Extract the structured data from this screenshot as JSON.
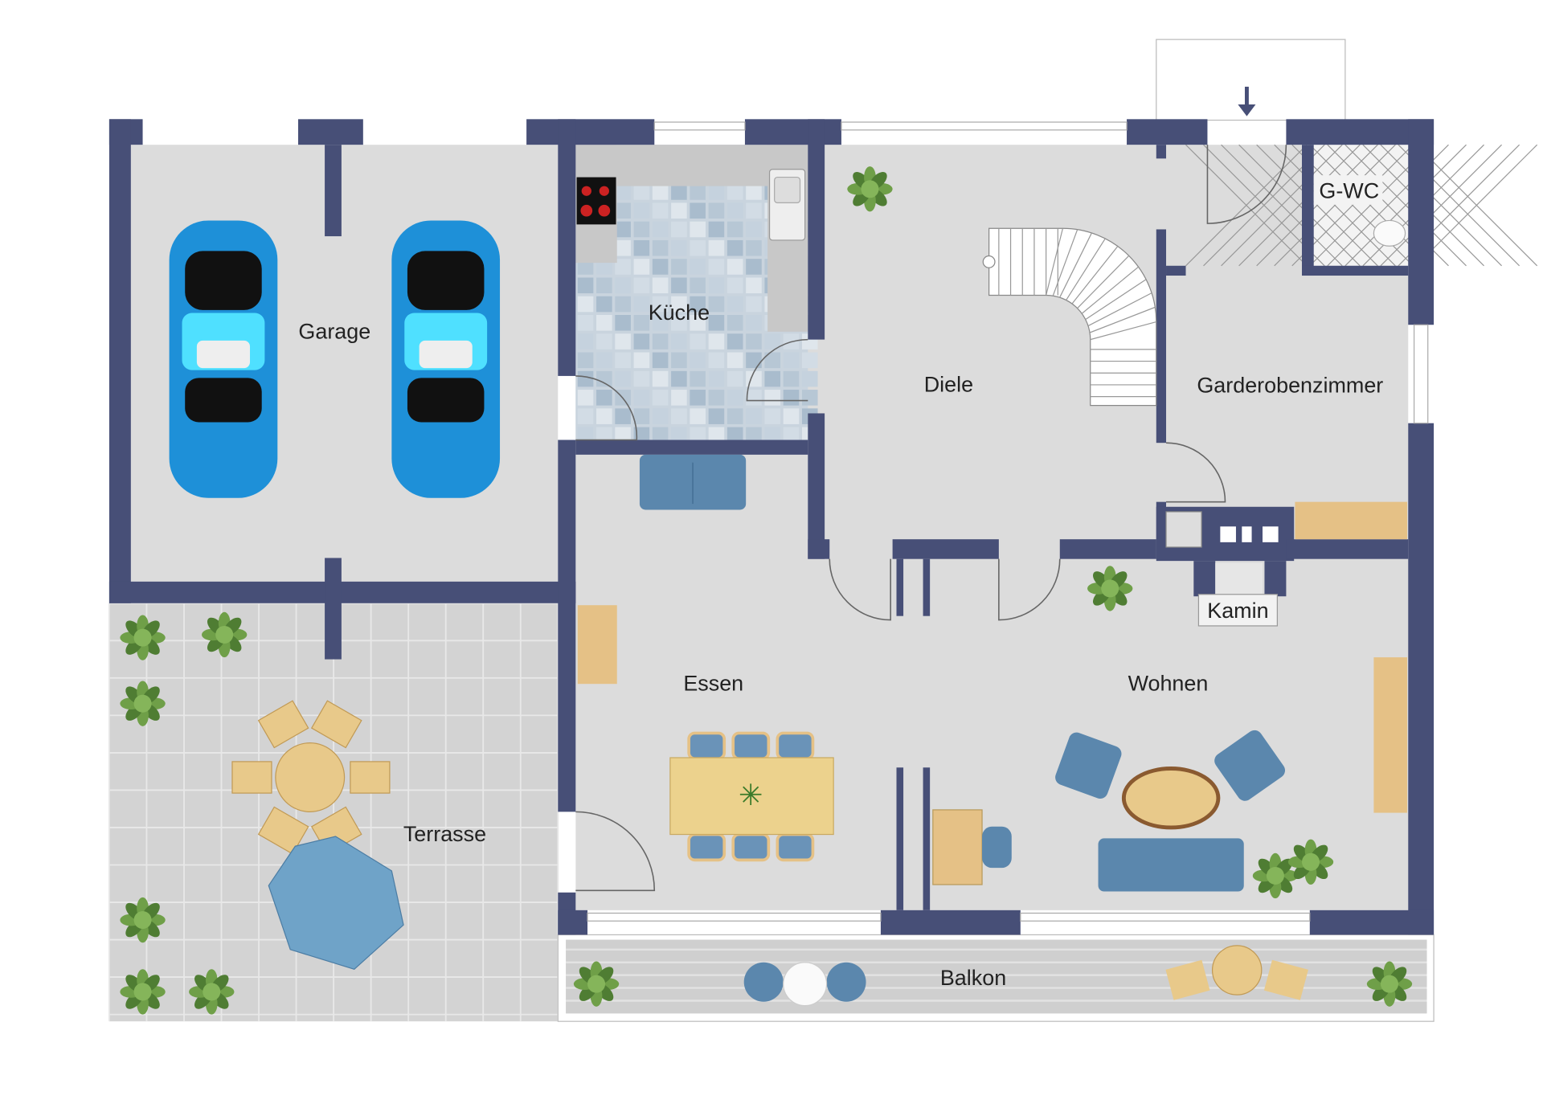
{
  "rooms": {
    "garage": "Garage",
    "kueche": "Küche",
    "diele": "Diele",
    "garderobe": "Garderobenzimmer",
    "gwc": "G-WC",
    "kamin": "Kamin",
    "essen": "Essen",
    "wohnen": "Wohnen",
    "terrasse": "Terrasse",
    "balkon": "Balkon"
  },
  "colors": {
    "wall": "#474f77",
    "floor": "#dcdcdc",
    "car": "#1e90d8",
    "furniture_blue": "#5b87ad",
    "wood": "#e8c98a",
    "plant": "#5a8a3a"
  }
}
